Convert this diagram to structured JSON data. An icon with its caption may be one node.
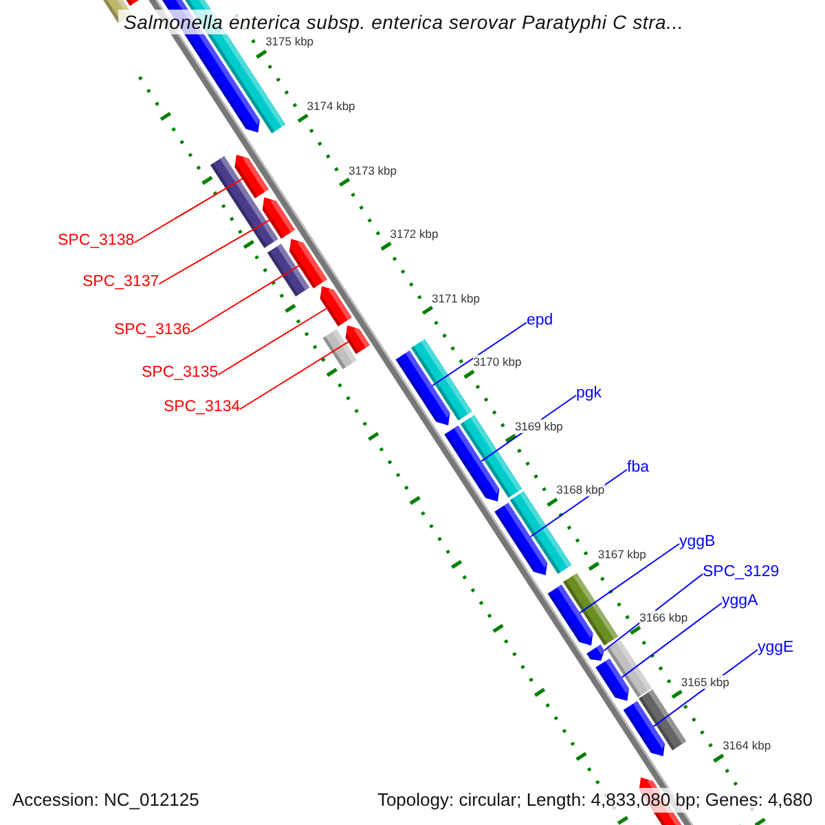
{
  "diagram": {
    "title": "Salmonella enterica subsp. enterica serovar Paratyphi C stra...",
    "nodes": [
      {
        "text": [
          "SPC_3138"
        ]
      },
      {
        "text": [
          "SPC_3137"
        ]
      },
      {
        "text": [
          "SPC_3136"
        ]
      },
      {
        "text": [
          "SPC_3135"
        ]
      },
      {
        "text": [
          "SPC_3134"
        ]
      },
      {
        "text": [
          "epd"
        ]
      },
      {
        "text": [
          "pgk"
        ]
      },
      {
        "text": [
          "fba"
        ]
      },
      {
        "text": [
          "yggB"
        ]
      },
      {
        "text": [
          "SPC_3129"
        ]
      },
      {
        "text": [
          "yggA"
        ]
      },
      {
        "text": [
          "yggE"
        ]
      },
      {
        "text": [],
        "shape": "bar"
      },
      {
        "text": [],
        "shape": "bar"
      },
      {
        "text": [],
        "shape": "bar"
      },
      {
        "text": [],
        "shape": "bar"
      },
      {
        "text": [],
        "shape": "bar"
      },
      {
        "text": [],
        "shape": "bar"
      },
      {
        "text": [],
        "shape": "bar"
      },
      {
        "text": [],
        "shape": "bar"
      },
      {
        "text": [],
        "shape": "bar"
      },
      {
        "text": [],
        "shape": "bar"
      },
      {
        "text": [],
        "shape": "bar"
      },
      {
        "text": [],
        "shape": "bar"
      },
      {
        "text": [],
        "shape": "bar"
      }
    ],
    "edges": [
      {
        "from": 0,
        "to": 12,
        "arrow": "none",
        "color": "#ff0000"
      },
      {
        "from": 1,
        "to": 13,
        "arrow": "none",
        "color": "#ff0000"
      },
      {
        "from": 2,
        "to": 14,
        "arrow": "none",
        "color": "#ff0000"
      },
      {
        "from": 3,
        "to": 15,
        "arrow": "none",
        "color": "#ff0000"
      },
      {
        "from": 4,
        "to": 16,
        "arrow": "none",
        "color": "#ff0000"
      },
      {
        "from": 5,
        "to": 17,
        "arrow": "none"
      },
      {
        "from": 6,
        "to": 18,
        "arrow": "none"
      },
      {
        "from": 7,
        "to": 19,
        "arrow": "none"
      },
      {
        "from": 8,
        "to": 20,
        "arrow": "none"
      },
      {
        "from": 9,
        "to": 21,
        "arrow": "none"
      },
      {
        "from": 10,
        "to": 22,
        "arrow": "none"
      },
      {
        "from": 11,
        "to": 23,
        "arrow": "none"
      }
    ],
    "labels": [
      "3175 kbp",
      "3174 kbp",
      "3173 kbp",
      "3172 kbp",
      "3171 kbp",
      "3170 kbp",
      "3169 kbp",
      "3168 kbp",
      "3167 kbp",
      "3166 kbp",
      "3165 kbp",
      "3164 kbp",
      "Accession: NC_012125",
      "Topology: circular; Length: 4,833,080 bp; Genes: 4,680"
    ]
  }
}
